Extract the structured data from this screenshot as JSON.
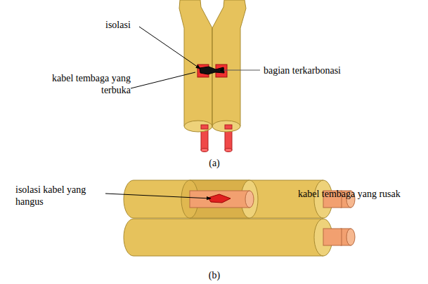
{
  "diagram": {
    "labels": [
      "isolasi",
      "bagian terkarbonasi",
      "kabel tembaga yang terbuka",
      "(a)",
      "isolasi kabel yang hangus",
      "kabel tembaga yang rusak",
      "(b)"
    ]
  }
}
